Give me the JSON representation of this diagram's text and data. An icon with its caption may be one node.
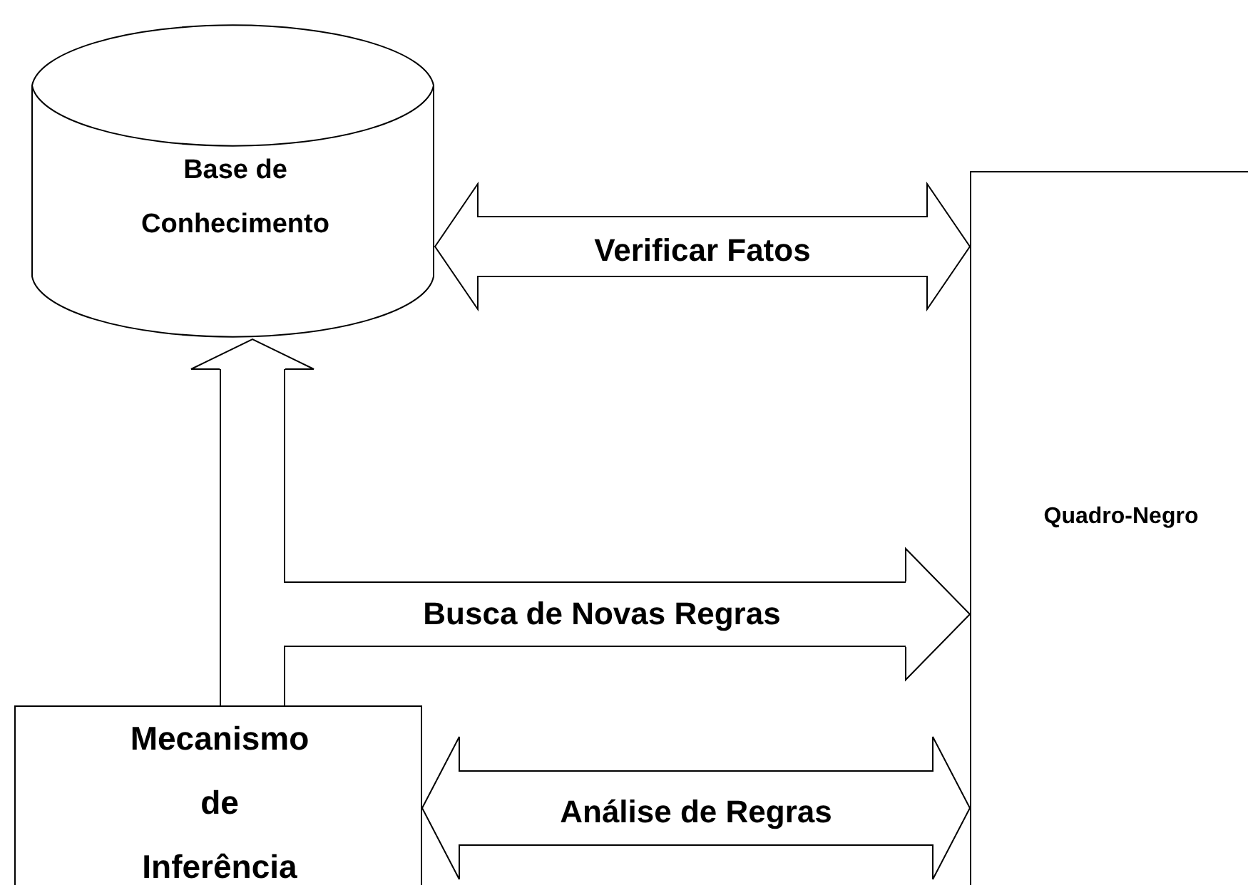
{
  "diagram": {
    "nodes": [
      {
        "text": [
          "Base de Conhecimento"
        ]
      },
      {
        "text": [
          "Quadro-Negro"
        ]
      },
      {
        "text": [
          "Mecanismo de Inferência"
        ]
      }
    ],
    "edges": [
      {
        "from": 0,
        "to": 1,
        "arrow": "both",
        "label": "Verificar Fatos"
      },
      {
        "from": 2,
        "to": 0,
        "arrow": "to"
      },
      {
        "from": 2,
        "to": 1,
        "arrow": "to",
        "label": "Busca de Novas Regras"
      },
      {
        "from": 2,
        "to": 1,
        "arrow": "both",
        "label": "Análise de Regras"
      }
    ]
  }
}
